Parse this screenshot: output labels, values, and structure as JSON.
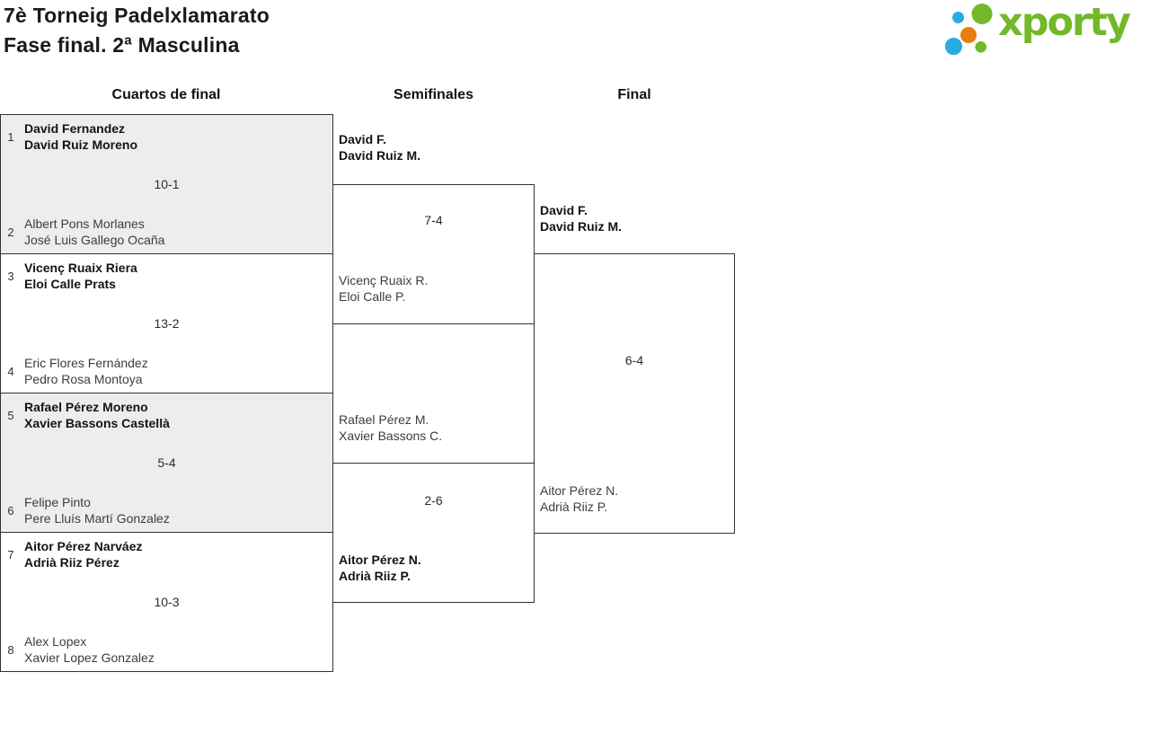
{
  "header": {
    "title_line1": "7è Torneig Padelxlamarato",
    "title_line2": "Fase final. 2ª Masculina"
  },
  "logo": {
    "text": "xporty",
    "green": "#72b82a",
    "blue": "#29abe2",
    "orange": "#e87e0e"
  },
  "round_headers": {
    "quarterfinals": "Cuartos de final",
    "semifinals": "Semifinales",
    "final": "Final"
  },
  "quarterfinals": [
    {
      "score": "10-1",
      "team1": {
        "seed": "1",
        "player1": "David Fernandez",
        "player2": "David Ruiz Moreno",
        "winner": true
      },
      "team2": {
        "seed": "2",
        "player1": "Albert Pons Morlanes",
        "player2": "José Luis Gallego Ocaña",
        "winner": false
      }
    },
    {
      "score": "13-2",
      "team1": {
        "seed": "3",
        "player1": "Vicenç Ruaix Riera",
        "player2": "Eloi Calle Prats",
        "winner": true
      },
      "team2": {
        "seed": "4",
        "player1": "Eric Flores Fernández",
        "player2": "Pedro Rosa Montoya",
        "winner": false
      }
    },
    {
      "score": "5-4",
      "team1": {
        "seed": "5",
        "player1": "Rafael Pérez Moreno",
        "player2": "Xavier Bassons Castellà",
        "winner": true
      },
      "team2": {
        "seed": "6",
        "player1": "Felipe Pinto",
        "player2": "Pere Lluís Martí Gonzalez",
        "winner": false
      }
    },
    {
      "score": "10-3",
      "team1": {
        "seed": "7",
        "player1": "Aitor Pérez Narváez",
        "player2": "Adrià Riiz Pérez",
        "winner": true
      },
      "team2": {
        "seed": "8",
        "player1": "Alex Lopex",
        "player2": "Xavier Lopez Gonzalez",
        "winner": false
      }
    }
  ],
  "semifinals": [
    {
      "score": "7-4",
      "team1": {
        "player1": "David F.",
        "player2": "David Ruiz M.",
        "winner": true
      },
      "team2": {
        "player1": "Vicenç Ruaix R.",
        "player2": "Eloi Calle P.",
        "winner": false
      }
    },
    {
      "score": "2-6",
      "team1": {
        "player1": "Rafael Pérez M.",
        "player2": "Xavier Bassons C.",
        "winner": false
      },
      "team2": {
        "player1": "Aitor Pérez N.",
        "player2": "Adrià Riiz P.",
        "winner": true
      }
    }
  ],
  "final": {
    "score": "6-4",
    "team1": {
      "player1": "David F.",
      "player2": "David Ruiz M.",
      "winner": true
    },
    "team2": {
      "player1": "Aitor Pérez N.",
      "player2": "Adrià Riiz P.",
      "winner": false
    }
  }
}
